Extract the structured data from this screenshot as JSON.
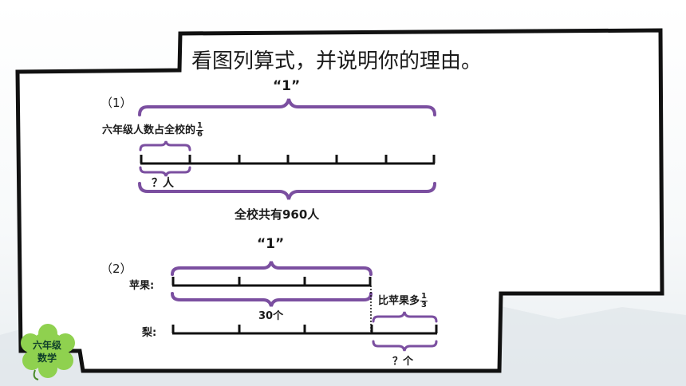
{
  "title": "看图列算式，并说明你的理由。",
  "problem1": {
    "number": "（1）",
    "whole_marker": "“1”",
    "part_label": "六年级人数占全校的",
    "fraction": {
      "numerator": "1",
      "denominator": "6"
    },
    "question_label": "？人",
    "total_label": "全校共有960人"
  },
  "problem2": {
    "number": "（2）",
    "whole_marker": "“1”",
    "apple_label": "苹果:",
    "pear_label": "梨:",
    "apple_count_label": "30个",
    "compare_label": "比苹果多",
    "fraction": {
      "numerator": "1",
      "denominator": "3"
    },
    "question_label": "？个"
  },
  "badge": {
    "line1": "六年级",
    "line2": "数学"
  },
  "colors": {
    "bracket": "#7b4fa0",
    "line": "#111111",
    "frame": "#111111",
    "badge": "#8fd14f"
  }
}
